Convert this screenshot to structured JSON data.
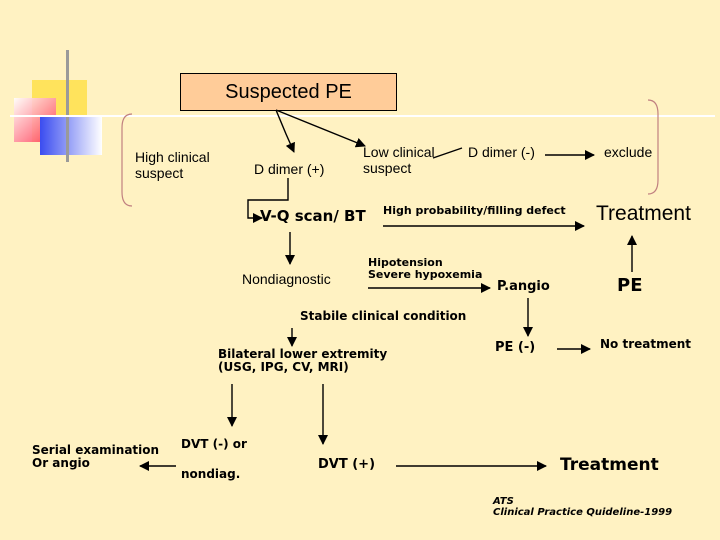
{
  "title": "Suspected PE",
  "nodes": {
    "high_clinical": "High clinical\nsuspect",
    "d_dimer_pos": "D dimer (+)",
    "low_clinical": "Low clinical\nsuspect",
    "d_dimer_neg": "D dimer (-)",
    "exclude": "exclude",
    "vq_scan": "V-Q scan/ BT",
    "high_prob": "High probability/filling defect",
    "treatment_top": "Treatment",
    "nondiagnostic": "Nondiagnostic",
    "hipotension": "Hipotension\nSevere hypoxemia",
    "p_angio": "P.angio",
    "pe": "PE",
    "stabile": "Stabile clinical condition",
    "bilateral": "Bilateral lower extremity\n(USG, IPG, CV, MRI)",
    "pe_neg": "PE (-)",
    "no_treatment": "No treatment",
    "serial_exam": "Serial examination\nOr angio",
    "dvt_neg": "DVT (-) or",
    "nondiag": "nondiag.",
    "dvt_pos": "DVT (+)",
    "treatment_bottom": "Treatment"
  },
  "source": "ATS\nClinical Practice Quideline-1999",
  "colors": {
    "background": "#fff2c2",
    "title_box": "#ffcc99",
    "bracket": "#c08080",
    "deco_yellow": "#ffe04a",
    "deco_blue": "#3a4cf0",
    "deco_red": "#ff3050"
  }
}
